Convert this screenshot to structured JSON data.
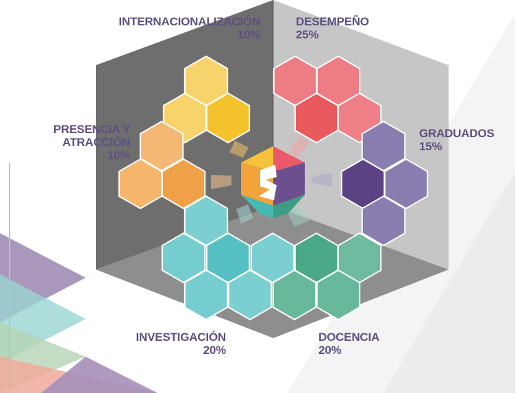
{
  "categories": [
    {
      "key": "internacionalizacion",
      "name": "INTERNACIONALIZACIÓN",
      "pct": "10%",
      "color": "#f6c744"
    },
    {
      "key": "desempeno",
      "name": "DESEMPEÑO",
      "pct": "25%",
      "color": "#ea6e74"
    },
    {
      "key": "graduados",
      "name": "GRADUADOS",
      "pct": "15%",
      "color": "#7d6ea3"
    },
    {
      "key": "docencia",
      "name": "DOCENCIA",
      "pct": "20%",
      "color": "#4fae90"
    },
    {
      "key": "investigacion",
      "name": "INVESTIGACIÓN",
      "pct": "20%",
      "color": "#5cc4c8"
    },
    {
      "key": "presencia",
      "name_lines": [
        "PRESENCIA Y",
        "ATRACCIÓN"
      ],
      "pct": "10%",
      "color": "#f2a954"
    }
  ],
  "colors": {
    "label_text": "#5e4f80",
    "panel_dark": "#6f6f6f",
    "panel_mid": "#8e8e8e",
    "panel_light": "#c9c9c9",
    "hex_stroke": "#ffffff"
  }
}
